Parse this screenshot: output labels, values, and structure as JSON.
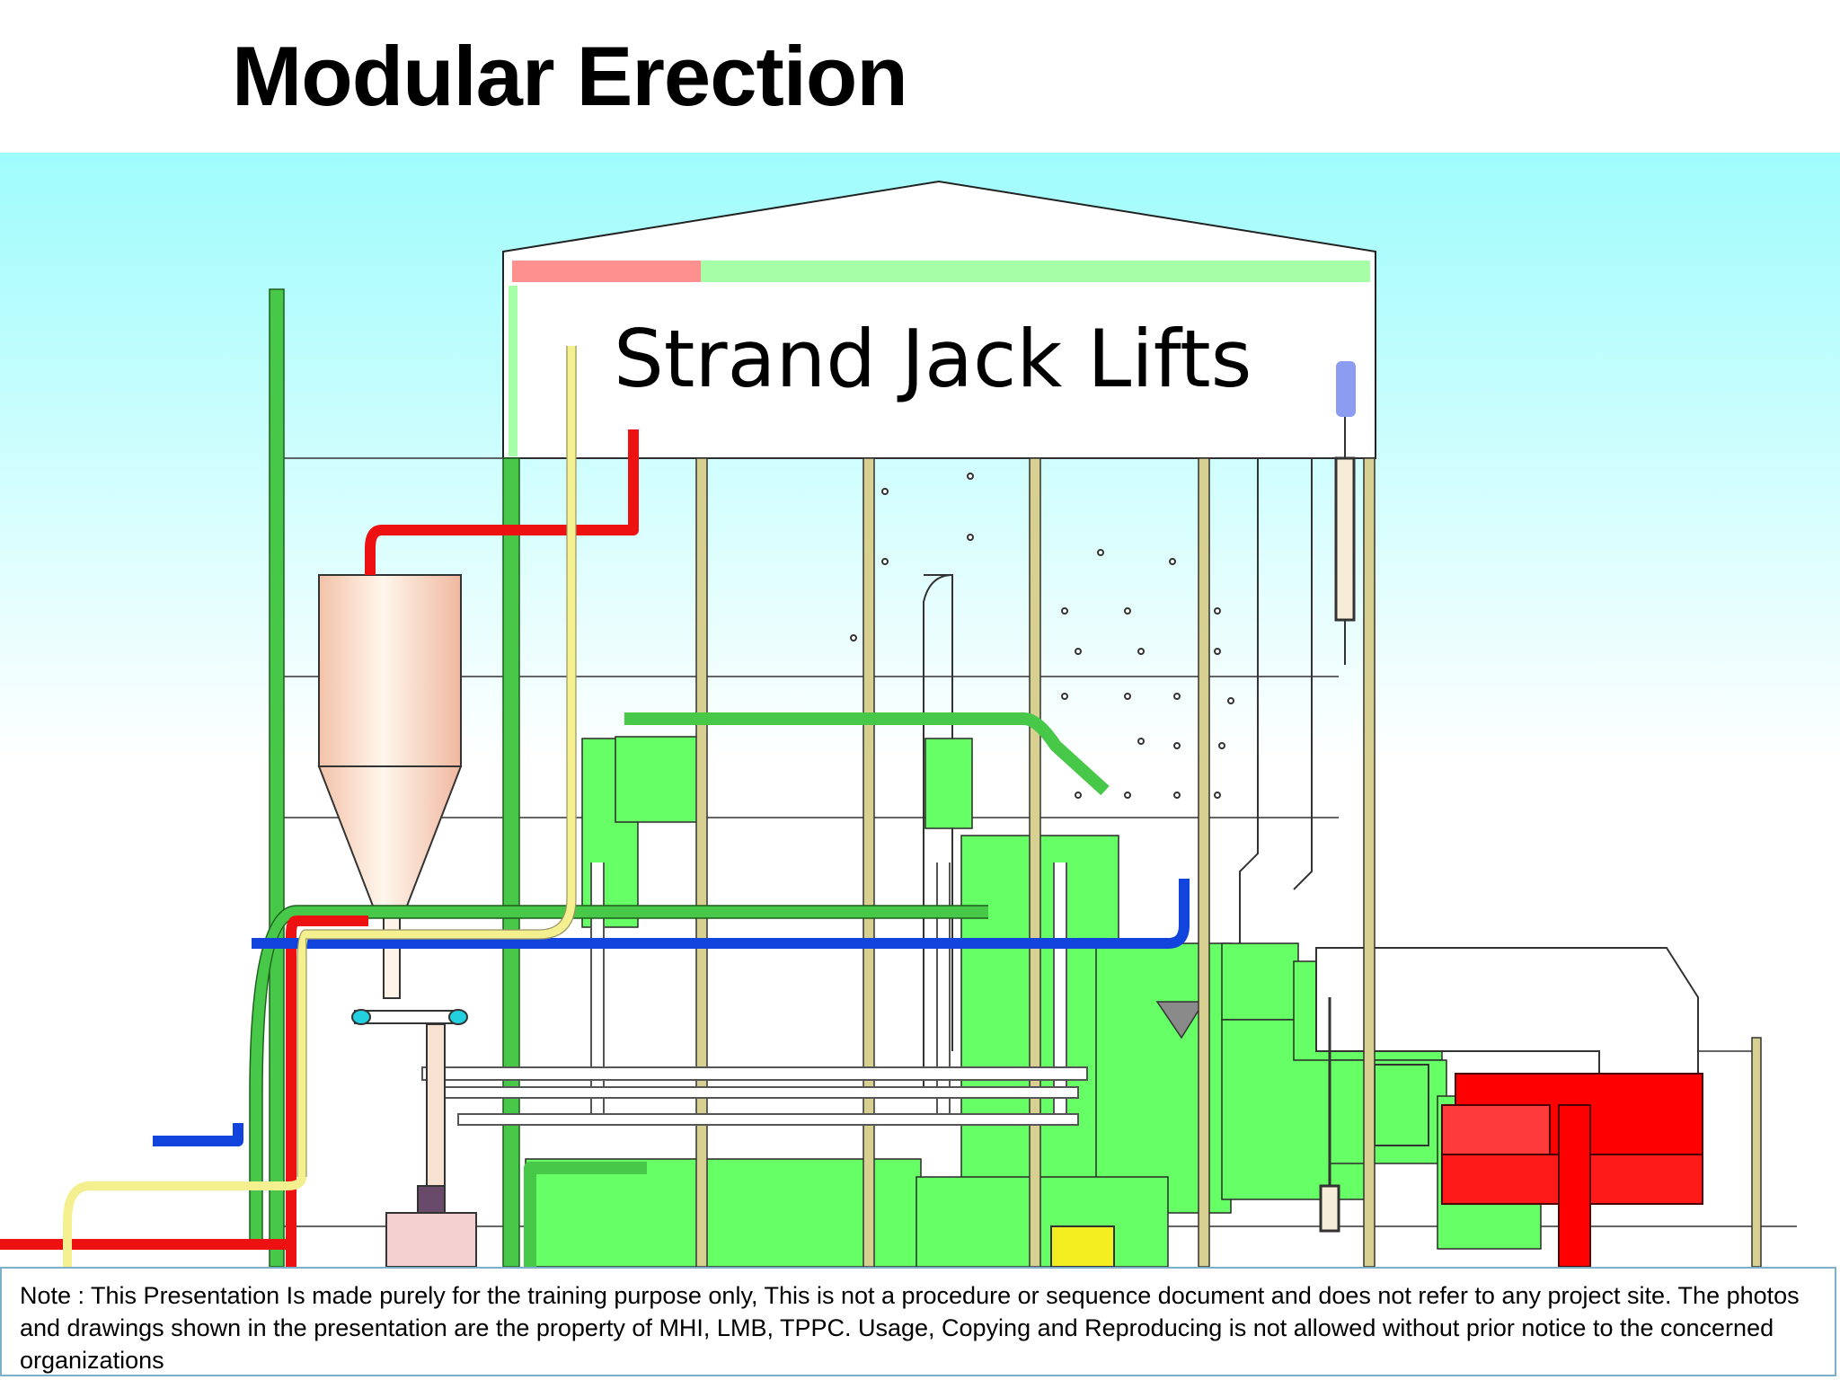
{
  "slide": {
    "title": "Modular Erection",
    "overlay_label": "Strand Jack Lifts",
    "note": "Note : This Presentation Is made purely for the  training purpose only, This is not a procedure  or sequence  document and does not refer to any  project site. The photos and drawings shown in the presentation are the property of MHI, LMB, TPPC. Usage, Copying and Reproducing is not allowed without prior notice to the concerned  organizations"
  },
  "colors": {
    "sky_top": "#9ffcfc",
    "sky_bottom": "#ffffff",
    "pipe_green": "#48c848",
    "module_green": "#66ff66",
    "pipe_red": "#ee1111",
    "pipe_blue": "#1144dd",
    "pipe_yellow": "#f4f090",
    "column_tan": "#d8d090",
    "fan_red": "#ff0000",
    "bar_pink": "#ff9090",
    "bar_green": "#a6ffa6"
  }
}
